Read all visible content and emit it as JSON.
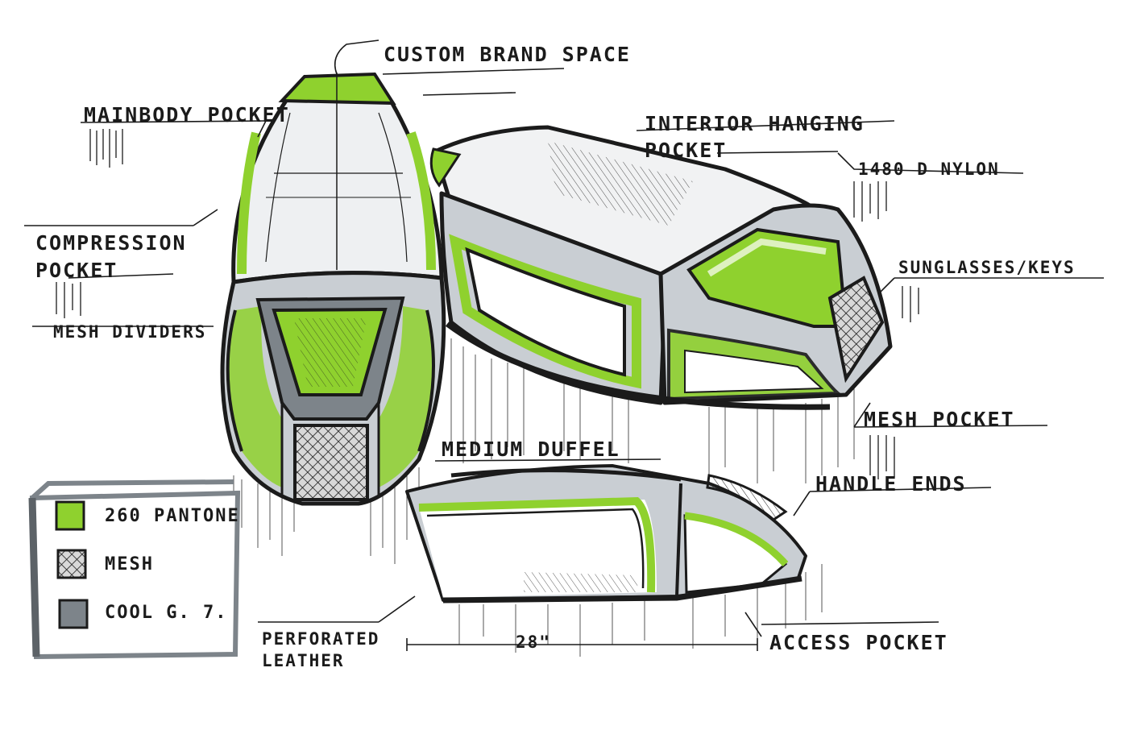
{
  "palette": {
    "ink": "#1b1b1b",
    "lime": "#8fd12e",
    "cool_grey": "#9aa0a6",
    "light_grey": "#c9ced3",
    "paper": "#ffffff"
  },
  "labels": {
    "custom_brand_space": "CUSTOM BRAND SPACE",
    "mainbody_pocket": "MAINBODY POCKET",
    "interior_hanging_pocket": "INTERIOR HANGING POCKET",
    "nylon": "1480 D NYLON",
    "compression_pocket": "COMPRESSION POCKET",
    "sunglasses_keys": "SUNGLASSES/KEYS",
    "mesh_dividers": "MESH DIVIDERS",
    "mesh_pocket": "MESH POCKET",
    "medium_duffel": "MEDIUM DUFFEL",
    "handle_ends": "HANDLE ENDS",
    "perforated_leather": "PERFORATED LEATHER",
    "dimension": "28\"",
    "access_pocket": "ACCESS POCKET"
  },
  "legend": [
    {
      "label": "260 PANTONE",
      "swatch": "lime",
      "icon": "lime-swatch-icon"
    },
    {
      "label": "MESH",
      "swatch": "mesh",
      "icon": "mesh-swatch-icon"
    },
    {
      "label": "COOL G. 7.",
      "swatch": "grey",
      "icon": "grey-swatch-icon"
    }
  ]
}
